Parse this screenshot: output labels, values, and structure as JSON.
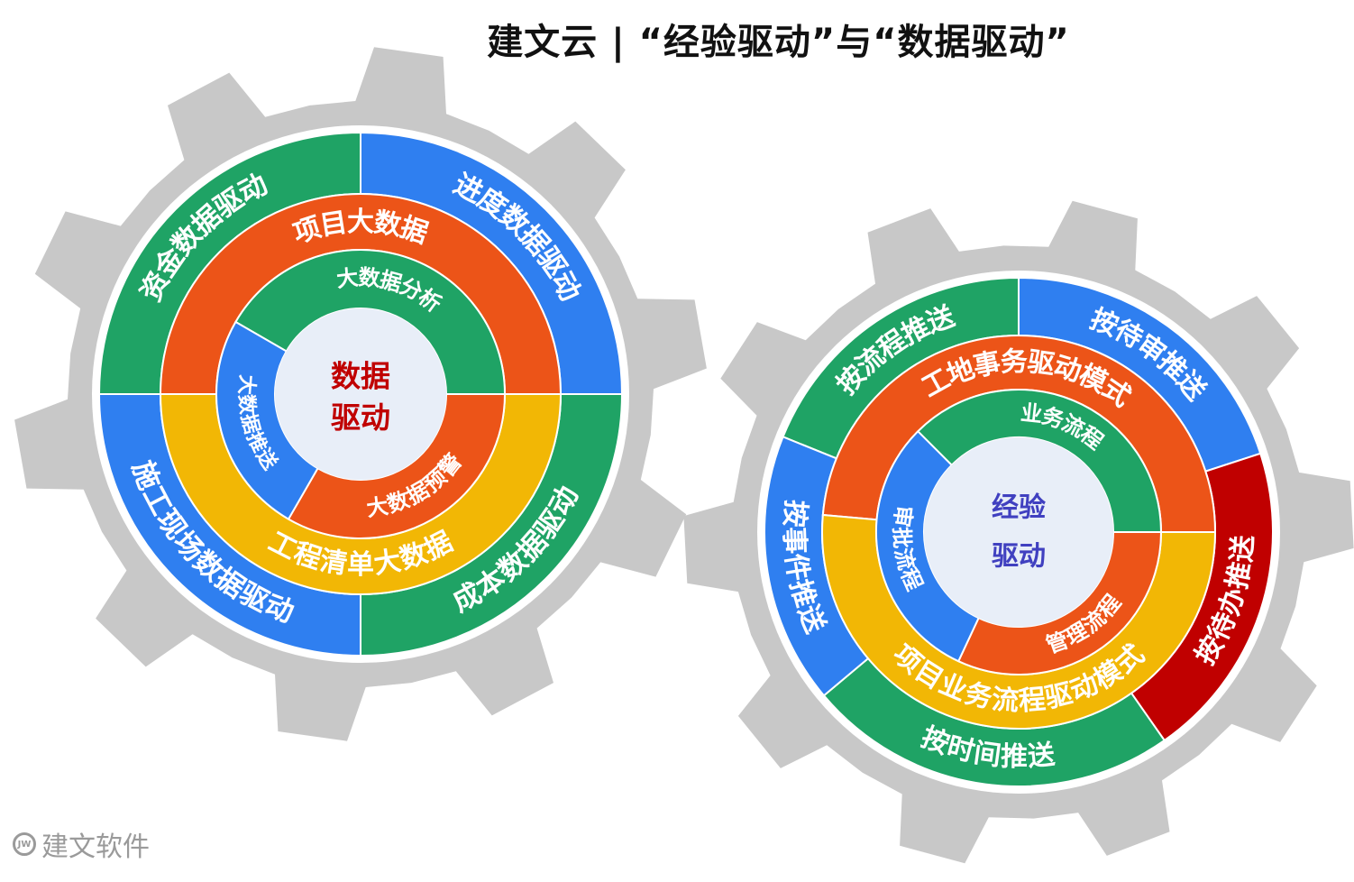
{
  "title": "建文云 | “经验驱动”与“数据驱动”",
  "watermark": {
    "text": "建文软件"
  },
  "colors": {
    "gear": "#c8c8c8",
    "green": "#1fa365",
    "blue": "#2f7ff0",
    "orange": "#ec5418",
    "yellow": "#f2b705",
    "red": "#c00000",
    "center": "#e8eef8",
    "center_text_left": "#c00000",
    "center_text_right": "#4040c0"
  },
  "left_gear": {
    "center": [
      "数据",
      "驱动"
    ],
    "outer": [
      "资金数据驱动",
      "进度数据驱动",
      "成本数据驱动",
      "施工现场数据驱动"
    ],
    "middle": [
      "项目大数据",
      "工程清单大数据"
    ],
    "inner": [
      "大数据分析",
      "大数据预警",
      "大数据推送"
    ]
  },
  "right_gear": {
    "center": [
      "经验",
      "驱动"
    ],
    "outer": [
      "按流程推送",
      "按待审推送",
      "按待办推送",
      "按时间推送",
      "按事件推送"
    ],
    "middle": [
      "工地事务驱动模式",
      "项目业务流程驱动模式"
    ],
    "inner": [
      "业务流程",
      "管理流程",
      "审批流程"
    ]
  }
}
